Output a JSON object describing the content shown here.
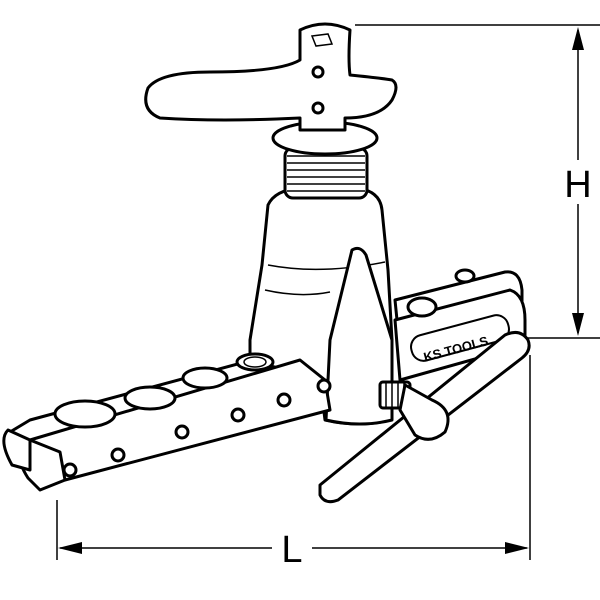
{
  "dimensions": {
    "height_label": "H",
    "length_label": "L"
  },
  "logo": {
    "text": "KS TOOLS"
  },
  "colors": {
    "line": "#000000",
    "background": "#ffffff"
  }
}
